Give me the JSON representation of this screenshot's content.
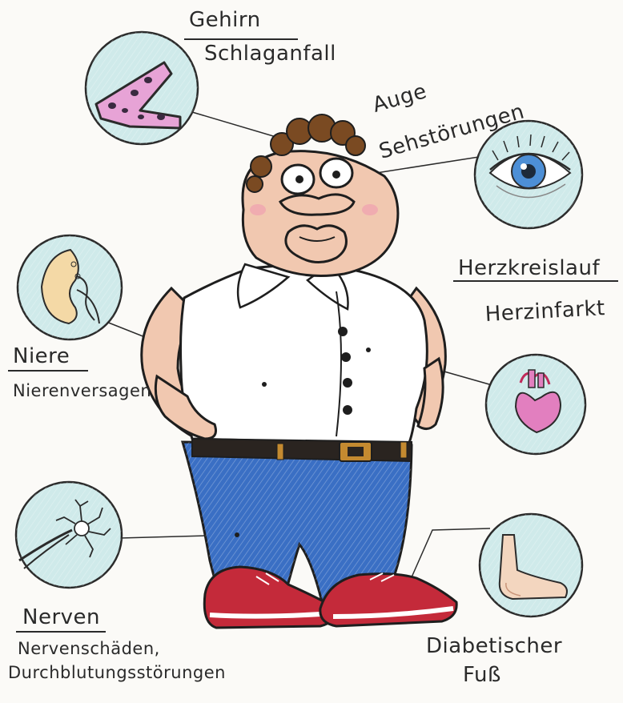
{
  "colors": {
    "circle_fill": "#cfeaea",
    "circle_stroke": "#2b2b2b",
    "skin": "#f1c8b0",
    "shirt": "#ffffff",
    "pants": "#3a6fc4",
    "shoes": "#c42a3a",
    "hair": "#7a4a22",
    "organ_pink": "#e090c0"
  },
  "labels": {
    "brain": {
      "title": "Gehirn",
      "condition": "Schlaganfall",
      "icon": "blood-vessel-icon"
    },
    "eye": {
      "title": "Auge",
      "condition": "Sehstörungen",
      "icon": "eye-icon"
    },
    "heart": {
      "title": "Herzkreislauf",
      "condition": "Herzinfarkt",
      "icon": "heart-icon"
    },
    "kidney": {
      "title": "Niere",
      "condition": "Nierenversagen",
      "icon": "kidney-icon"
    },
    "nerves": {
      "title": "Nerven",
      "condition_line1": "Nervenschäden,",
      "condition_line2": "Durchblutungsstörungen",
      "icon": "nerve-cell-icon"
    },
    "foot": {
      "title": "Diabetischer",
      "title_line2": "Fuß",
      "icon": "foot-icon"
    }
  }
}
